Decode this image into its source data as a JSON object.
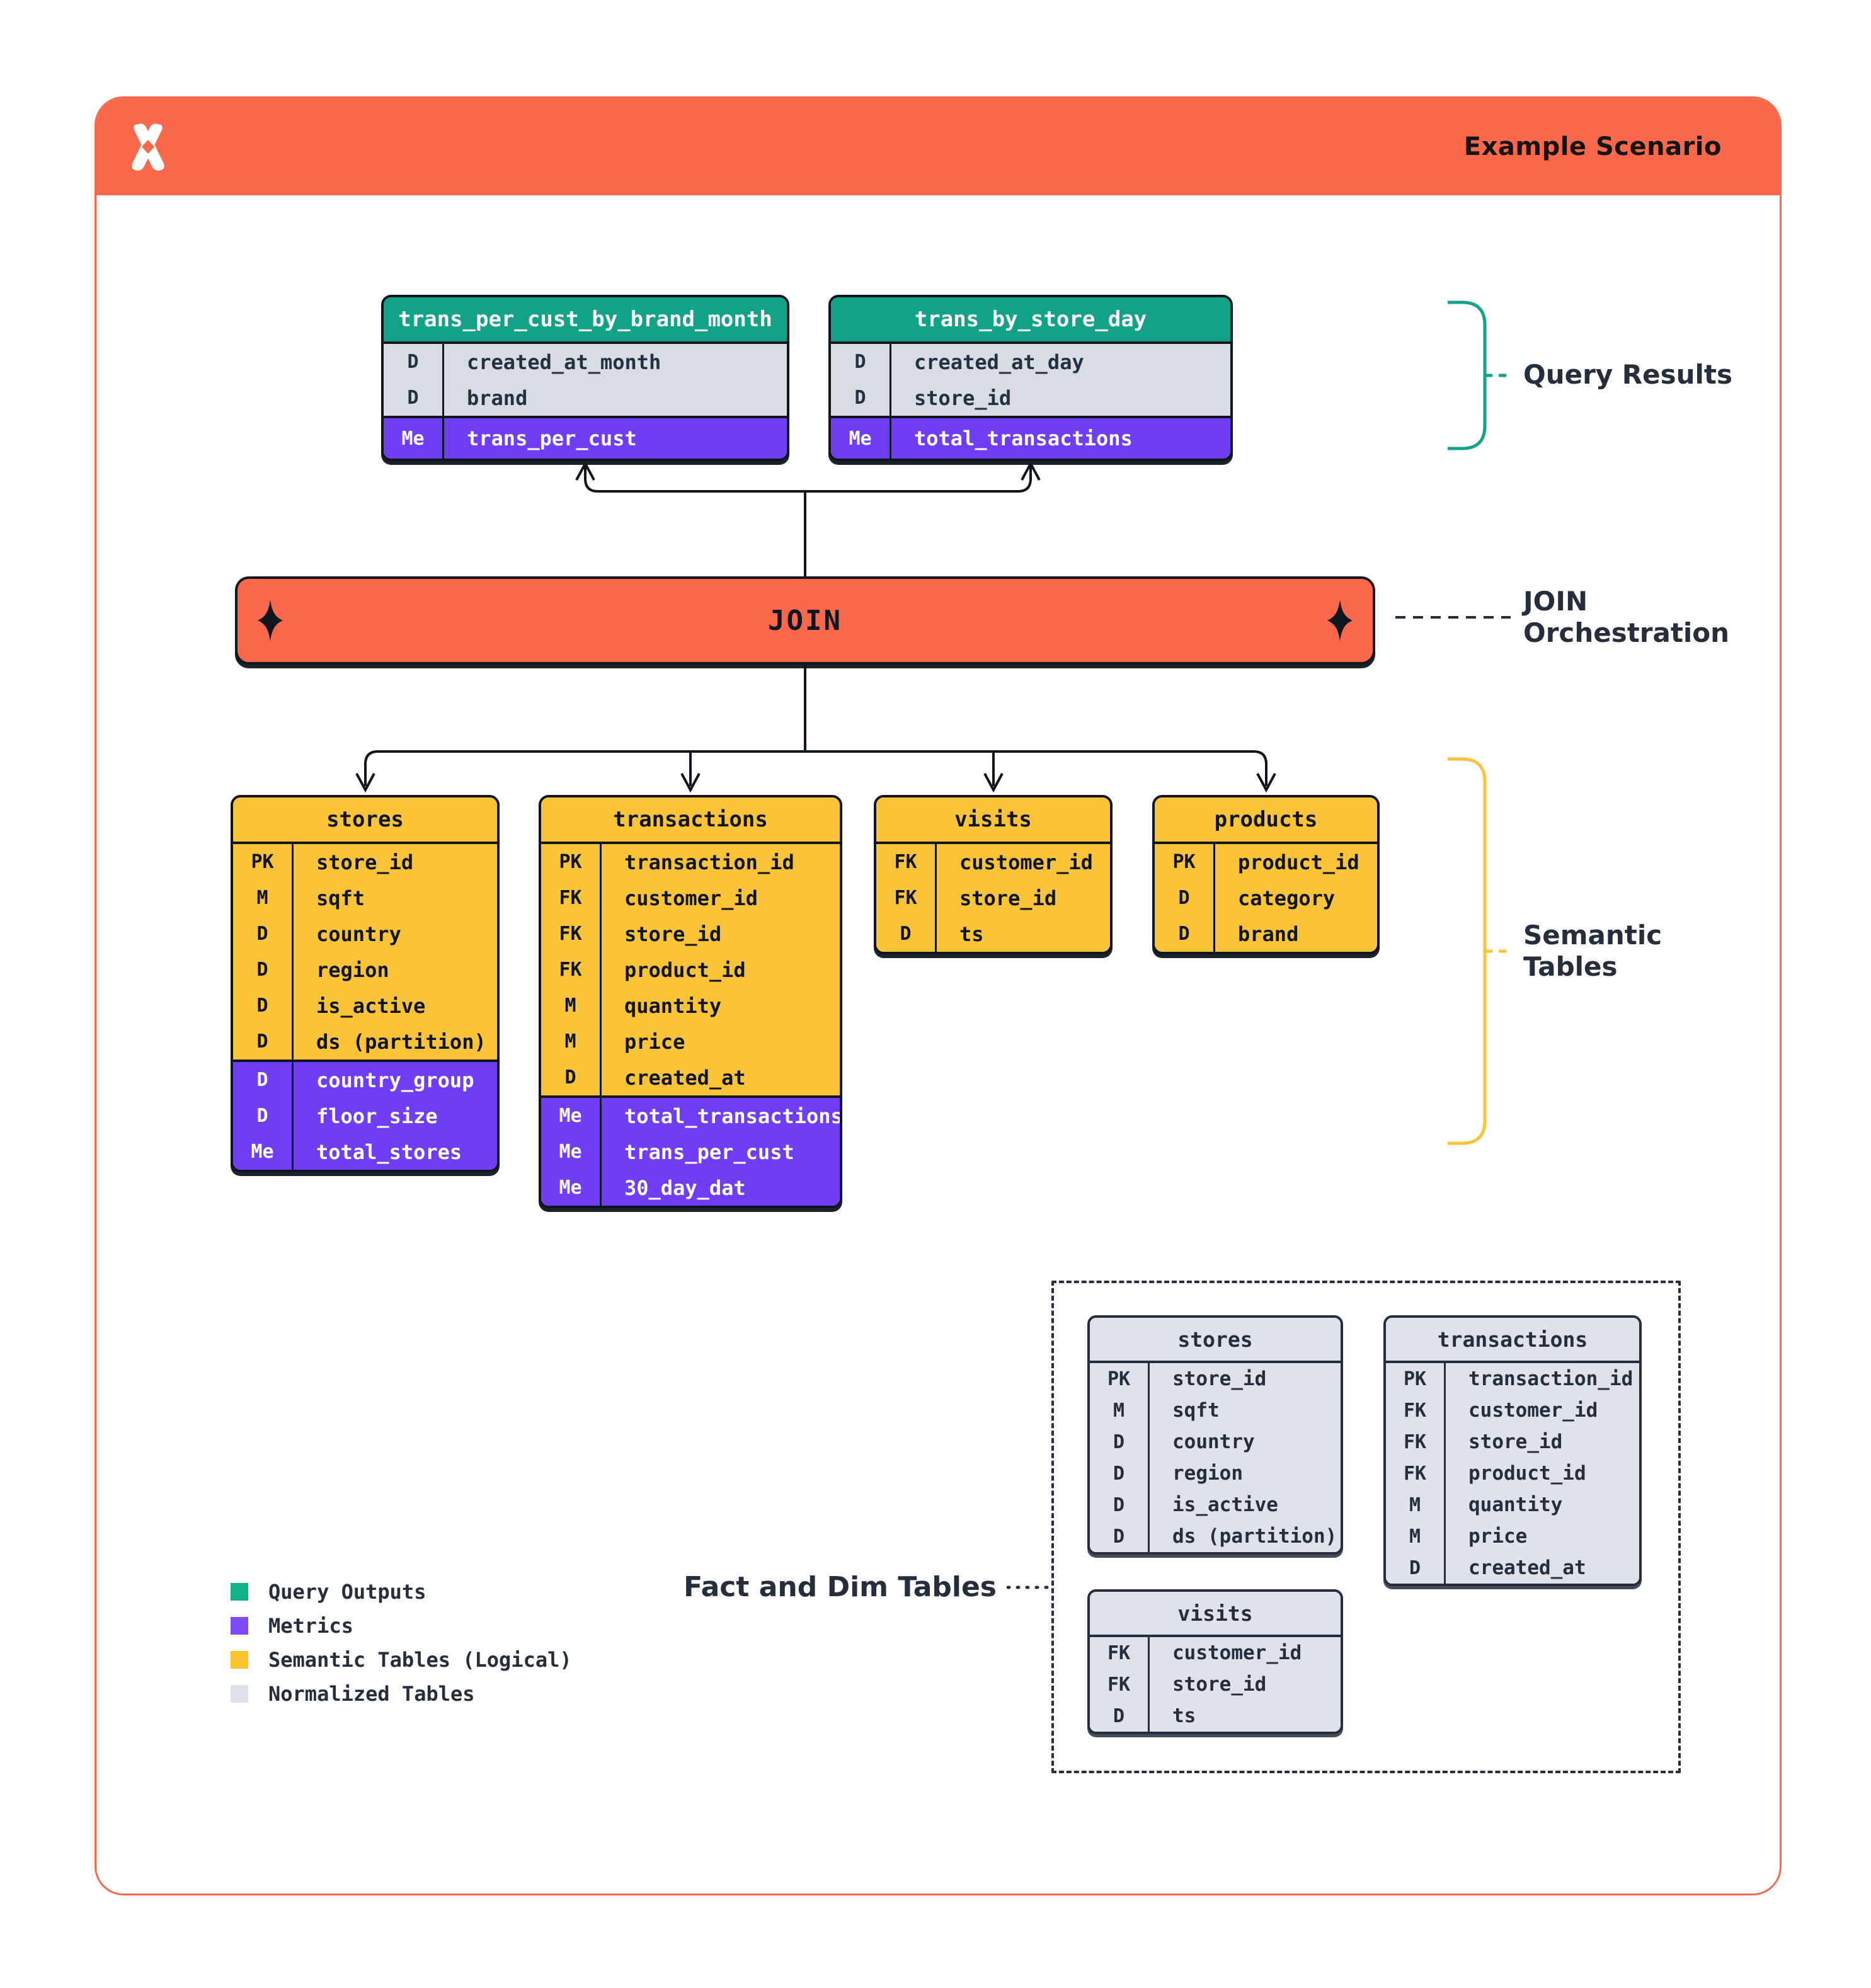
{
  "header": {
    "title": "Example Scenario"
  },
  "join": {
    "label": "JOIN"
  },
  "annotations": {
    "query_results": "Query Results",
    "join_orchestration_line1": "JOIN",
    "join_orchestration_line2": "Orchestration",
    "semantic_tables_line1": "Semantic",
    "semantic_tables_line2": "Tables",
    "fact_dim": "Fact and Dim Tables"
  },
  "tables": {
    "query_results": [
      {
        "name": "trans_per_cust_by_brand_month",
        "dims": [
          [
            "D",
            "created_at_month"
          ],
          [
            "D",
            "brand"
          ]
        ],
        "metrics": [
          [
            "Me",
            "trans_per_cust"
          ]
        ]
      },
      {
        "name": "trans_by_store_day",
        "dims": [
          [
            "D",
            "created_at_day"
          ],
          [
            "D",
            "store_id"
          ]
        ],
        "metrics": [
          [
            "Me",
            "total_transactions"
          ]
        ]
      }
    ],
    "semantic": [
      {
        "name": "stores",
        "dims": [
          [
            "PK",
            "store_id"
          ],
          [
            "M",
            "sqft"
          ],
          [
            "D",
            "country"
          ],
          [
            "D",
            "region"
          ],
          [
            "D",
            "is_active"
          ],
          [
            "D",
            "ds (partition)"
          ]
        ],
        "metrics": [
          [
            "D",
            "country_group"
          ],
          [
            "D",
            "floor_size"
          ],
          [
            "Me",
            "total_stores"
          ]
        ]
      },
      {
        "name": "transactions",
        "dims": [
          [
            "PK",
            "transaction_id"
          ],
          [
            "FK",
            "customer_id"
          ],
          [
            "FK",
            "store_id"
          ],
          [
            "FK",
            "product_id"
          ],
          [
            "M",
            "quantity"
          ],
          [
            "M",
            "price"
          ],
          [
            "D",
            "created_at"
          ]
        ],
        "metrics": [
          [
            "Me",
            "total_transactions"
          ],
          [
            "Me",
            "trans_per_cust"
          ],
          [
            "Me",
            "30_day_dat"
          ]
        ]
      },
      {
        "name": "visits",
        "dims": [
          [
            "FK",
            "customer_id"
          ],
          [
            "FK",
            "store_id"
          ],
          [
            "D",
            "ts"
          ]
        ],
        "metrics": []
      },
      {
        "name": "products",
        "dims": [
          [
            "PK",
            "product_id"
          ],
          [
            "D",
            "category"
          ],
          [
            "D",
            "brand"
          ]
        ],
        "metrics": []
      }
    ],
    "normalized": [
      {
        "name": "stores",
        "dims": [
          [
            "PK",
            "store_id"
          ],
          [
            "M",
            "sqft"
          ],
          [
            "D",
            "country"
          ],
          [
            "D",
            "region"
          ],
          [
            "D",
            "is_active"
          ],
          [
            "D",
            "ds (partition)"
          ]
        ],
        "metrics": []
      },
      {
        "name": "transactions",
        "dims": [
          [
            "PK",
            "transaction_id"
          ],
          [
            "FK",
            "customer_id"
          ],
          [
            "FK",
            "store_id"
          ],
          [
            "FK",
            "product_id"
          ],
          [
            "M",
            "quantity"
          ],
          [
            "M",
            "price"
          ],
          [
            "D",
            "created_at"
          ]
        ],
        "metrics": []
      },
      {
        "name": "visits",
        "dims": [
          [
            "FK",
            "customer_id"
          ],
          [
            "FK",
            "store_id"
          ],
          [
            "D",
            "ts"
          ]
        ],
        "metrics": []
      }
    ]
  },
  "legend": [
    {
      "label": "Query Outputs",
      "color": "#12B189"
    },
    {
      "label": "Metrics",
      "color": "#7C4BF6"
    },
    {
      "label": "Semantic Tables (Logical)",
      "color": "#FBC32D"
    },
    {
      "label": "Normalized Tables",
      "color": "#DDE0E6"
    }
  ],
  "colors": {
    "orange": "#F9684B",
    "green": "#12A287",
    "purple": "#6F3DF4",
    "yellow": "#FBC438",
    "gray_row": "#D9DDE3",
    "gray_table": "#DFE2E8",
    "ink": "#10161F",
    "navy": "#242E3D"
  }
}
